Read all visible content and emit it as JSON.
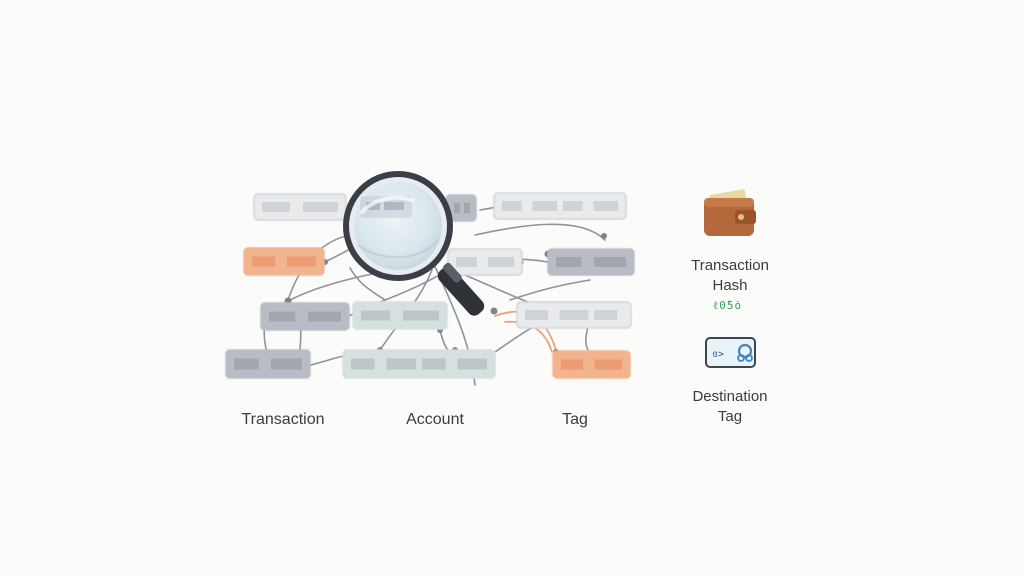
{
  "diagram": {
    "column_labels": [
      "Transaction",
      "Account",
      "Tag"
    ],
    "colors": {
      "gray_block": "#b8bcc4",
      "light_block": "#e8eaec",
      "orange_block": "#f2b48e",
      "teal_block": "#d6e0e0",
      "line": "#8d939c",
      "orange_line": "#e7a37a",
      "lens_rim": "#3b3f45",
      "lens_glass": "#dce9ef",
      "wallet": "#b3693b"
    },
    "icons": [
      "magnifier-icon",
      "wallet-icon",
      "destination-tag-icon"
    ]
  },
  "legend": {
    "hash_label": "Transaction\nHash",
    "hash_glyphs": "ℓ0̂5ȯ",
    "destination_label": "Destination\nTag",
    "destination_glyphs": "ɞ>"
  }
}
